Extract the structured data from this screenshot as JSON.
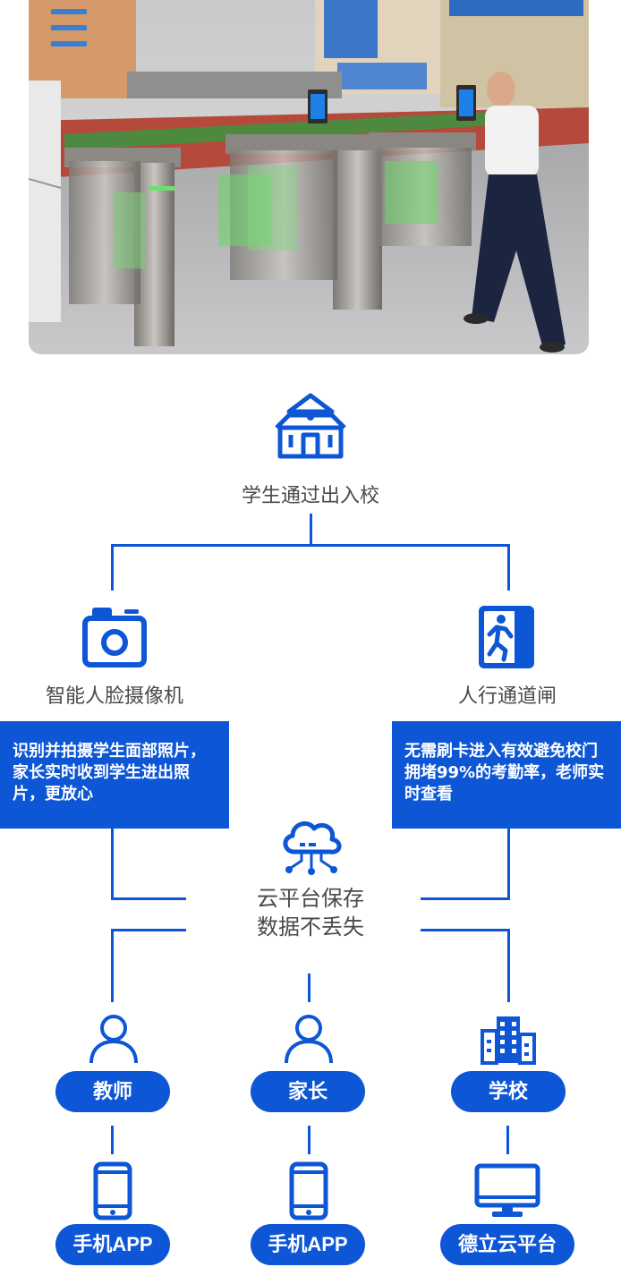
{
  "top": {
    "title": "学生通过出入校"
  },
  "branches": {
    "left": {
      "title": "智能人脸摄像机",
      "desc": "识别并拍摄学生面部照片，家长实时收到学生进出照片，更放心"
    },
    "right": {
      "title": "人行通道闸",
      "desc": "无需刷卡进入有效避免校门拥堵99%的考勤率，老师实时查看"
    }
  },
  "cloud": {
    "line1": "云平台保存",
    "line2": "数据不丢失"
  },
  "roles": [
    {
      "name": "教师",
      "app": "手机APP"
    },
    {
      "name": "家长",
      "app": "手机APP"
    },
    {
      "name": "学校",
      "app": "德立云平台"
    }
  ],
  "colors": {
    "accent": "#0d56d6",
    "text": "#4a4a4a"
  },
  "icons": [
    "school-icon",
    "camera-icon",
    "exit-door-icon",
    "cloud-icon",
    "person-icon",
    "building-icon",
    "phone-icon",
    "monitor-icon"
  ]
}
